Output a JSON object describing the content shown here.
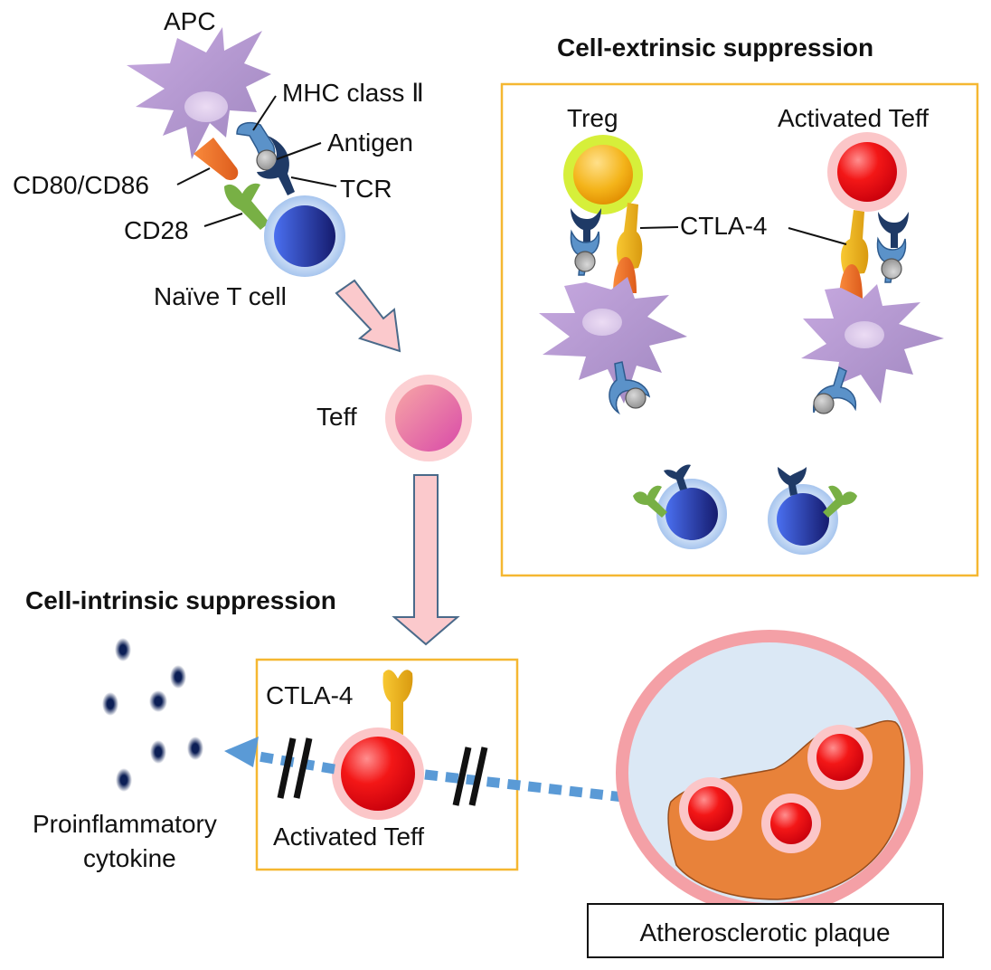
{
  "figure": {
    "top_labels": {
      "apc": "APC",
      "mhc": "MHC class Ⅱ",
      "antigen": "Antigen",
      "tcr": "TCR",
      "cd80_cd86": "CD80/CD86",
      "cd28": "CD28",
      "naive_t_cell": "Naïve T cell",
      "teff": "Teff"
    },
    "extrinsic": {
      "title": "Cell-extrinsic  suppression",
      "treg": "Treg",
      "activated_teff": "Activated Teff",
      "ctla4": "CTLA-4"
    },
    "intrinsic": {
      "title": "Cell-intrinsic suppression",
      "ctla4": "CTLA-4",
      "activated_teff": "Activated Teff",
      "cytokine_line1": "Proinflammatory",
      "cytokine_line2": "cytokine",
      "plaque": "Atherosclerotic plaque"
    },
    "colors": {
      "box_border": "#f5b731",
      "apc_purple": "#b49ad0",
      "mhc_blue": "#5b92c9",
      "tcr_navy": "#1f3a66",
      "cd80_orange": "#f07a2c",
      "cd28_green": "#78b045",
      "naive_blue": "#2d3db8",
      "teff_pink": "#f08aa0",
      "activated_red": "#e8101a",
      "treg_yellow": "#f3b400",
      "arrow_pink": "#fbc9cc",
      "dotted_blue": "#5a9ad6",
      "plaque_orange": "#e8823a",
      "vessel_pink": "#f4a0a6"
    }
  }
}
